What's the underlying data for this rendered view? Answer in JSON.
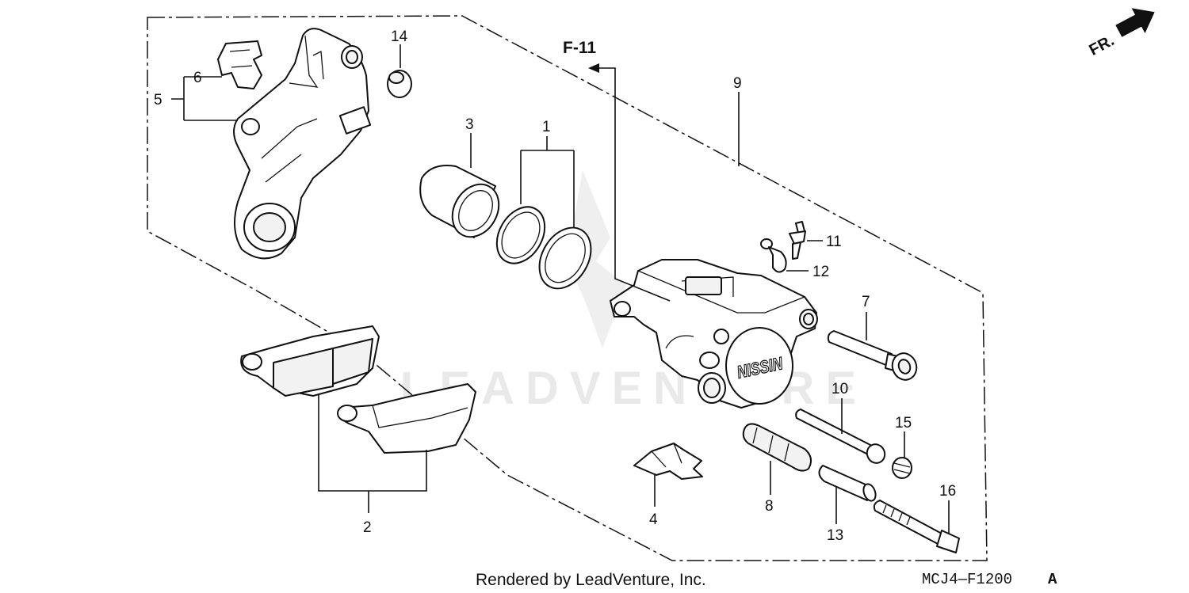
{
  "diagram": {
    "reference": "F-11",
    "direction_label": "FR.",
    "watermark": "LEADVENTURE",
    "callouts": {
      "c1": "1",
      "c2": "2",
      "c3": "3",
      "c4": "4",
      "c5": "5",
      "c6": "6",
      "c7": "7",
      "c8": "8",
      "c9": "9",
      "c10": "10",
      "c11": "11",
      "c12": "12",
      "c13": "13",
      "c14": "14",
      "c15": "15",
      "c16": "16"
    },
    "caliper_brand": "NISSIN"
  },
  "footer": {
    "credit": "Rendered by LeadVenture, Inc.",
    "diagram_code": "MCJ4—F1200",
    "diagram_suffix": "A"
  }
}
